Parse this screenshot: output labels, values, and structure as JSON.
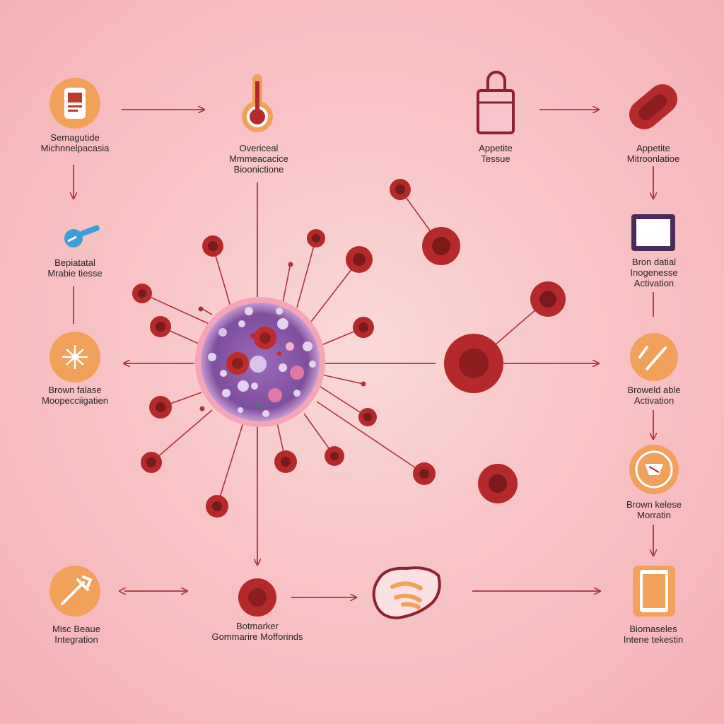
{
  "colors": {
    "arrow": "#a8353a",
    "node_orange": "#f1a15a",
    "node_red": "#b42a2a",
    "cell_purple": "#8a5aa6",
    "text": "#2b2326"
  },
  "nodes": [
    {
      "id": "semaglutide",
      "icon": "phone-chart-icon",
      "lines": [
        "Semagutide",
        "Michnnelpacasia"
      ]
    },
    {
      "id": "overical",
      "icon": "thermometer-icon",
      "lines": [
        "Overiceal",
        "Mmmeacacice",
        "Bioonictione"
      ]
    },
    {
      "id": "apoetite-tissue",
      "icon": "bag-icon",
      "lines": [
        "Appetite",
        "Tessue"
      ]
    },
    {
      "id": "apoetite-mito",
      "icon": "capsule-icon",
      "lines": [
        "Appetite",
        "Mitroonlatioe"
      ]
    },
    {
      "id": "bepiatial",
      "icon": "magnifier-icon",
      "lines": [
        "Bepiatatal",
        "Mrabie tiesse"
      ]
    },
    {
      "id": "bron-datial",
      "icon": "tablet-icon",
      "lines": [
        "Bron datial",
        "Inogenesse",
        "Activation"
      ]
    },
    {
      "id": "brown-falase",
      "icon": "network-icon",
      "lines": [
        "Brown falase",
        "Moopecciigatien"
      ]
    },
    {
      "id": "broweld",
      "icon": "check-icon",
      "lines": [
        "Broweld able",
        "Activation"
      ]
    },
    {
      "id": "brown-kelese",
      "icon": "face-icon",
      "lines": [
        "Brown kelese",
        "Morratin"
      ]
    },
    {
      "id": "misc-beaue",
      "icon": "tools-icon",
      "lines": [
        "Misc Beaue",
        "Integration"
      ]
    },
    {
      "id": "bomarker",
      "icon": "red-cell-icon",
      "lines": [
        "Botmarker",
        "Gommarire Mofforinds"
      ]
    },
    {
      "id": "biomasteles",
      "icon": "phone-icon",
      "lines": [
        "Biomaseles",
        "Intene tekestin"
      ]
    }
  ]
}
